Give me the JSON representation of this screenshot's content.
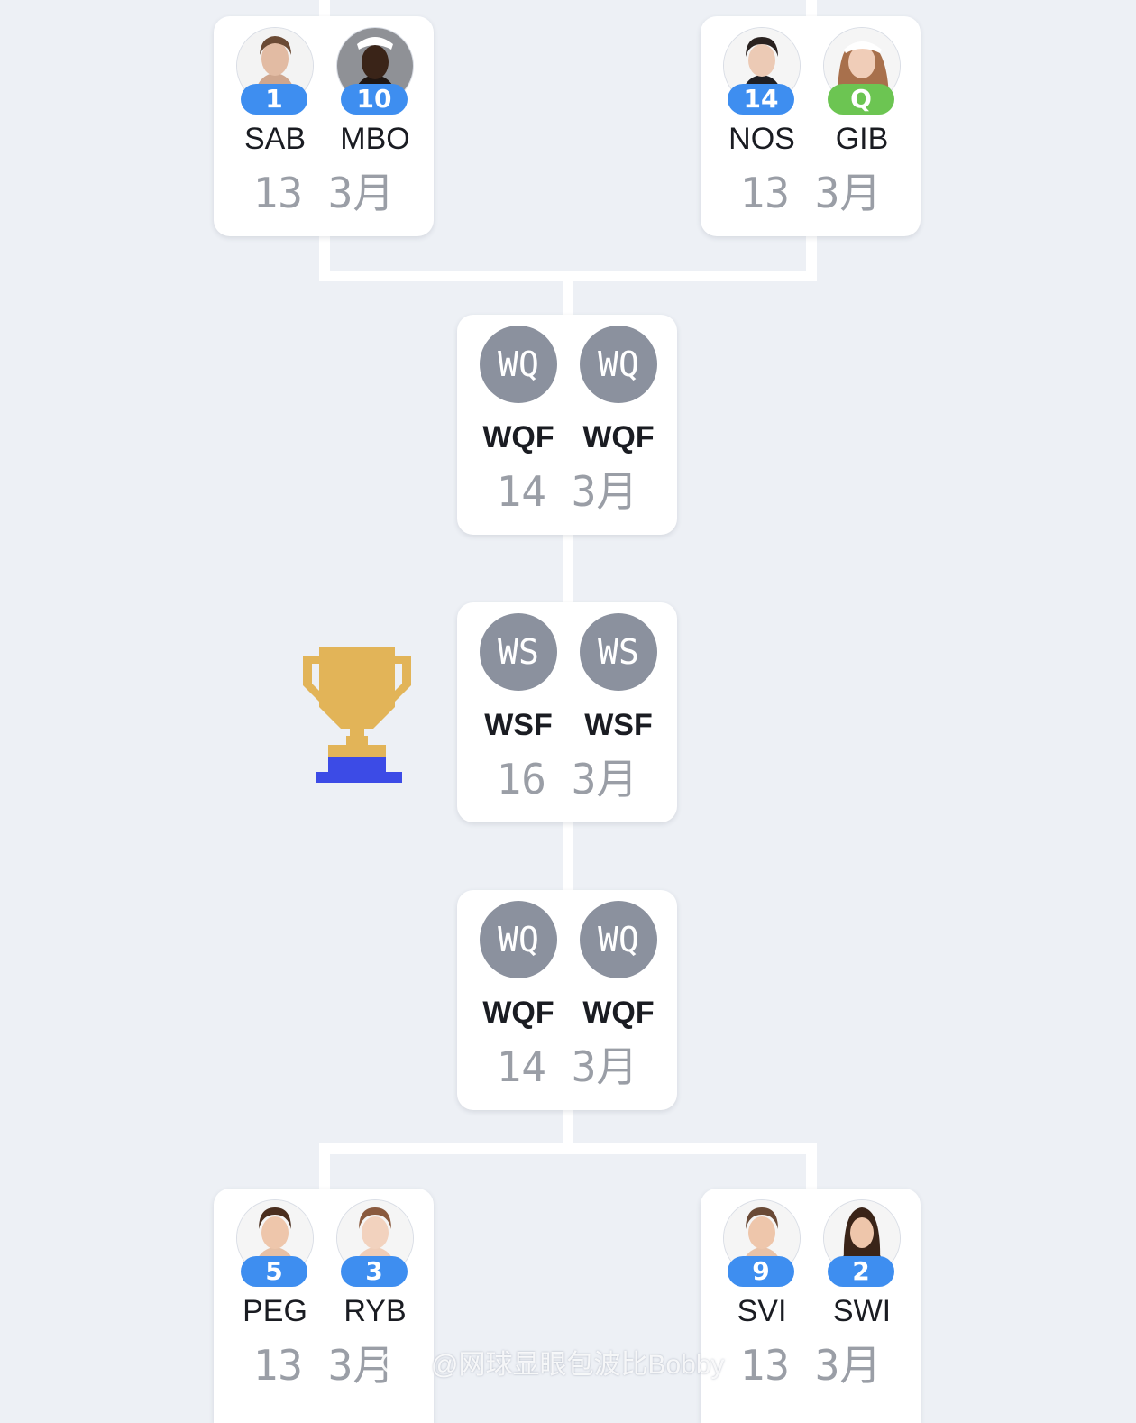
{
  "matches": {
    "m1": {
      "p1": {
        "seed": "1",
        "code": "SAB"
      },
      "p2": {
        "seed": "10",
        "code": "MBO"
      },
      "date": "13 3月"
    },
    "m2": {
      "p1": {
        "seed": "14",
        "code": "NOS"
      },
      "p2": {
        "seed": "Q",
        "code": "GIB"
      },
      "date": "13 3月"
    },
    "qf1": {
      "p1": {
        "placeholder": "WQ",
        "code": "WQF"
      },
      "p2": {
        "placeholder": "WQ",
        "code": "WQF"
      },
      "date": "14 3月"
    },
    "sf": {
      "p1": {
        "placeholder": "WS",
        "code": "WSF"
      },
      "p2": {
        "placeholder": "WS",
        "code": "WSF"
      },
      "date": "16 3月"
    },
    "qf2": {
      "p1": {
        "placeholder": "WQ",
        "code": "WQF"
      },
      "p2": {
        "placeholder": "WQ",
        "code": "WQF"
      },
      "date": "14 3月"
    },
    "m3": {
      "p1": {
        "seed": "5",
        "code": "PEG"
      },
      "p2": {
        "seed": "3",
        "code": "RYB"
      },
      "date": "13 3月"
    },
    "m4": {
      "p1": {
        "seed": "9",
        "code": "SVI"
      },
      "p2": {
        "seed": "2",
        "code": "SWI"
      },
      "date": "13 3月"
    }
  },
  "watermark": "@网球显眼包波比Bobby",
  "colors": {
    "background": "#edf0f5",
    "seed_badge": "#3e8ef0",
    "qualifier_badge": "#6cc552",
    "placeholder_avatar": "#8b919e",
    "trophy_cup": "#e2b458",
    "trophy_base": "#3c4be6"
  },
  "icons": {
    "trophy": "trophy-icon",
    "weibo": "weibo-icon"
  }
}
